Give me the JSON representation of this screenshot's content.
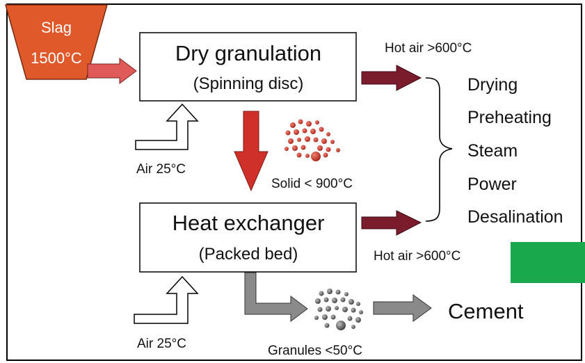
{
  "slag": {
    "line1": "Slag",
    "line2": "1500°C"
  },
  "dry_granulation": {
    "title": "Dry granulation",
    "subtitle": "(Spinning disc)"
  },
  "heat_exchanger": {
    "title": "Heat exchanger",
    "subtitle": "(Packed bed)"
  },
  "air_top": "Air 25°C",
  "air_bottom": "Air 25°C",
  "solid_label": "Solid < 900°C",
  "granules_label": "Granules <50°C",
  "hot_air_top": "Hot air >600°C",
  "hot_air_bottom": "Hot air >600°C",
  "uses": [
    "Drying",
    "Preheating",
    "Steam",
    "Power",
    "Desalination"
  ],
  "cement": "Cement",
  "colors": {
    "slag_fill": "#e0592a",
    "slag_arrow": "#e05a5a",
    "solid_arrow": "#d0302a",
    "hot_air_arrow": "#7a1c2c",
    "grey_arrow": "#8a8a8a",
    "green_block": "#19a84b"
  }
}
